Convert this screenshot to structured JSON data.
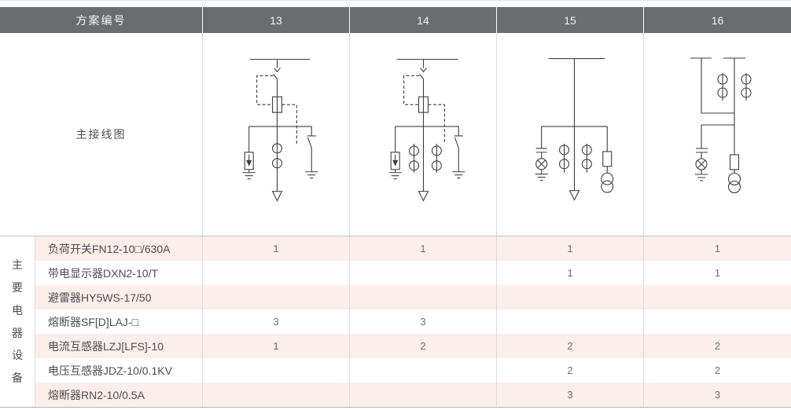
{
  "colors": {
    "header_bg": "#6a6c6f",
    "header_text": "#f2f2f2",
    "row_stripe_pink": "#fbeeeb",
    "grid_line": "#dcdddd",
    "diagram_stroke": "#3d3d3d"
  },
  "table": {
    "header": {
      "label": "方案编号",
      "cols": [
        "13",
        "14",
        "15",
        "16"
      ]
    },
    "diagram_label": "主接线图",
    "group_label": "主要电器设备",
    "diagrams": [
      "scheme-13-single-line-diagram",
      "scheme-14-single-line-diagram",
      "scheme-15-single-line-diagram",
      "scheme-16-single-line-diagram"
    ],
    "rows": [
      {
        "name": "负荷开关FN12-10□/630A",
        "v": [
          "1",
          "1",
          "1",
          "1"
        ]
      },
      {
        "name": "带电显示器DXN2-10/T",
        "v": [
          "",
          "",
          "1",
          "1"
        ]
      },
      {
        "name": "避雷器HY5WS-17/50",
        "v": [
          "",
          "",
          "",
          ""
        ]
      },
      {
        "name": "熔断器SF[D]LAJ-□",
        "v": [
          "3",
          "3",
          "",
          ""
        ]
      },
      {
        "name": "电流互感器LZJ[LFS]-10",
        "v": [
          "1",
          "2",
          "2",
          "2"
        ]
      },
      {
        "name": "电压互感器JDZ-10/0.1KV",
        "v": [
          "",
          "",
          "2",
          "2"
        ]
      },
      {
        "name": "熔断器RN2-10/0.5A",
        "v": [
          "",
          "",
          "3",
          "3"
        ]
      }
    ]
  }
}
